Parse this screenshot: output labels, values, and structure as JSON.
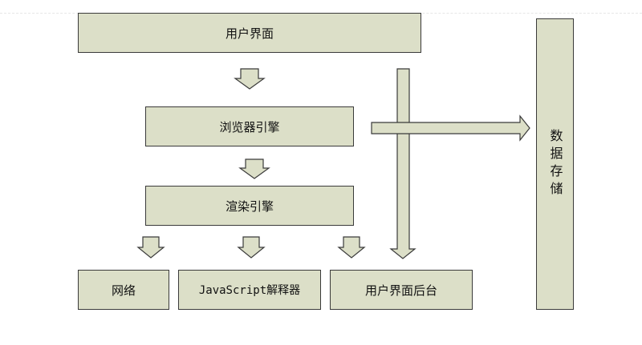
{
  "boxes": {
    "ui": "用户界面",
    "browser_engine": "浏览器引擎",
    "render_engine": "渲染引擎",
    "network": "网络",
    "js_interpreter": "JavaScript解释器",
    "ui_backend": "用户界面后台",
    "data_storage": "数据存储"
  },
  "colors": {
    "box_fill": "#dcdfc8",
    "box_border": "#3a3a3a",
    "arrow_fill": "#dcdfc8",
    "arrow_stroke": "#3a3a3a"
  }
}
